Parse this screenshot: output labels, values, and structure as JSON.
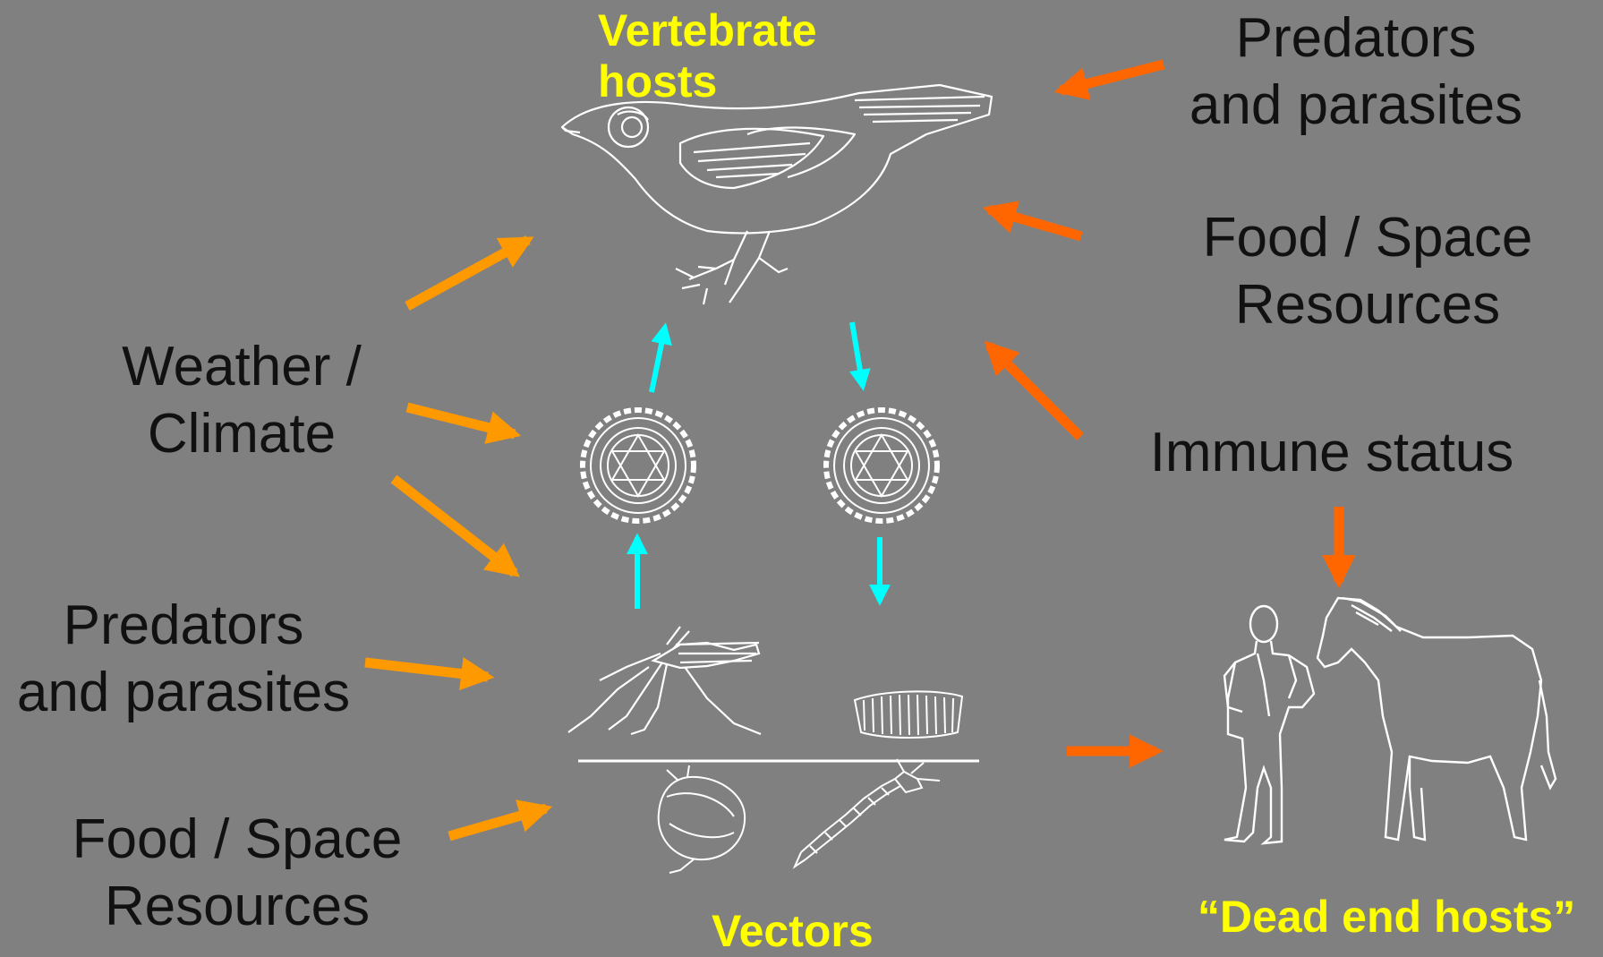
{
  "labels": {
    "vertebrate_hosts": "Vertebrate hosts",
    "vectors": "Vectors",
    "dead_end_hosts": "“Dead end hosts”",
    "predators_top": [
      "Predators",
      "and parasites"
    ],
    "food_top": [
      "Food / Space",
      "Resources"
    ],
    "immune_status": "Immune status",
    "weather": [
      "Weather /",
      "Climate"
    ],
    "predators_left": [
      "Predators",
      "and parasites"
    ],
    "food_left": [
      "Food / Space",
      "Resources"
    ]
  },
  "colors": {
    "background": "#808080",
    "factor_arrow_left": "#ff9900",
    "factor_arrow_right": "#ff6600",
    "transmission_arrow": "#00ffff",
    "highlight_text": "#ffff00",
    "label_text": "#111111",
    "line_art": "#ffffff"
  },
  "icons": [
    "bird-icon",
    "virus-particle-icon",
    "mosquito-icon",
    "egg-raft-icon",
    "pupa-icon",
    "larva-icon",
    "man-icon",
    "horse-icon"
  ]
}
